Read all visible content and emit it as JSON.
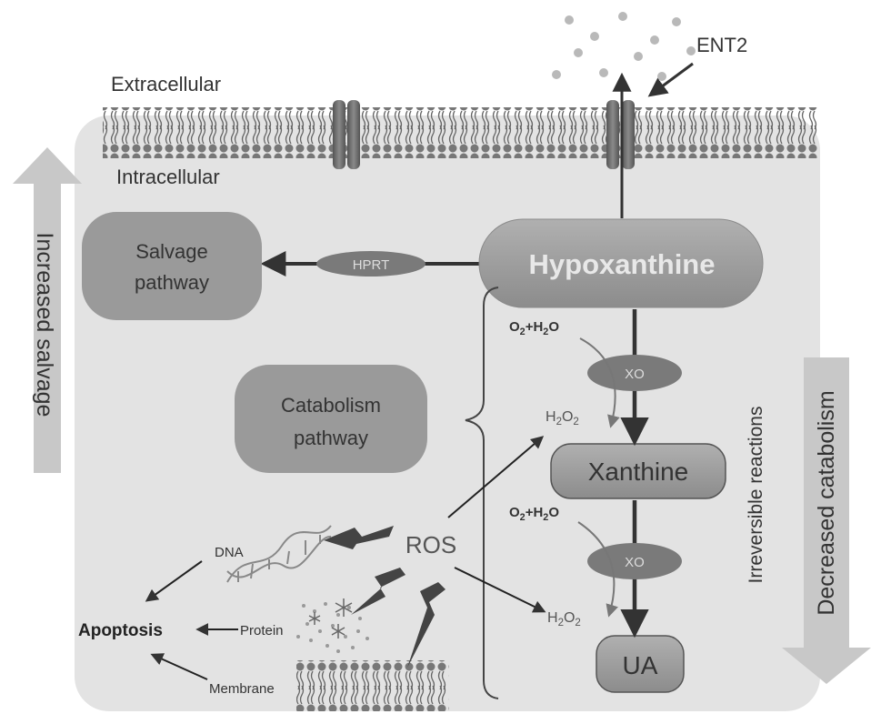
{
  "labels": {
    "extracellular": "Extracellular",
    "intracellular": "Intracellular",
    "ent2": "ENT2",
    "increased_salvage": "Increased salvage",
    "decreased_catabolism": "Decreased catabolism",
    "irreversible_reactions": "Irreversible reactions",
    "salvage_line1": "Salvage",
    "salvage_line2": "pathway",
    "catabolism_line1": "Catabolism",
    "catabolism_line2": "pathway",
    "hprt": "HPRT",
    "hypoxanthine": "Hypoxanthine",
    "xanthine": "Xanthine",
    "ua": "UA",
    "xo1": "XO",
    "xo2": "XO",
    "ros": "ROS",
    "dna": "DNA",
    "protein": "Protein",
    "membrane": "Membrane",
    "apoptosis": "Apoptosis",
    "o2_h2o_1": "O2+H2O",
    "o2_h2o_2": "O2+H2O",
    "h2o2_1": "H2O2",
    "h2o2_2": "H2O2"
  },
  "colors": {
    "cell_fill": "#e3e3e3",
    "node_fill": "#9a9a9a",
    "enzyme_fill": "#7a7a7a",
    "arrow": "#333333",
    "big_arrow": "#c8c8c8",
    "dots": "#b9b9b9"
  }
}
